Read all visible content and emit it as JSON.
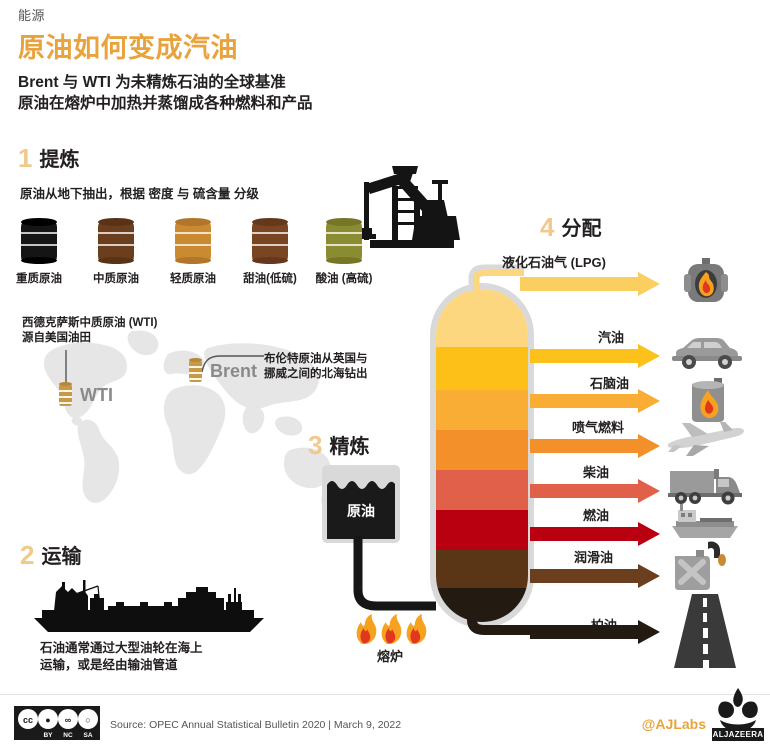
{
  "header": {
    "kicker": "能源",
    "title": "原油如何变成汽油",
    "subtitle_line1": "Brent 与 WTI 为未精炼石油的全球基准",
    "subtitle_line2": "原油在熔炉中加热并蒸馏成各种燃料和产品"
  },
  "accent_color": "#e8a33d",
  "step1": {
    "number": "1",
    "title": "提炼",
    "caption": "原油从地下抽出，根据 密度 与 硫含量 分级",
    "barrels": [
      {
        "label": "重质原油",
        "color": "#151515",
        "cap": "#000000"
      },
      {
        "label": "中质原油",
        "color": "#6b3f1d",
        "cap": "#5a3317"
      },
      {
        "label": "轻质原油",
        "color": "#c98a32",
        "cap": "#b1762a"
      },
      {
        "label": "甜油(低硫)",
        "color": "#7a4522",
        "cap": "#65381b"
      },
      {
        "label": "酸油 (高硫)",
        "color": "#8b8c32",
        "cap": "#757626"
      }
    ],
    "derrick_icon": "oil-pumpjack-icon"
  },
  "map": {
    "wti_note_line1": "西德克萨斯中质原油 (WTI)",
    "wti_note_line2": "源自美国油田",
    "brent_note_line1": "布伦特原油从英国与",
    "brent_note_line2": "挪威之间的北海钻出",
    "wti_marker": "WTI",
    "brent_marker": "Brent"
  },
  "step2": {
    "number": "2",
    "title": "运输",
    "caption_line1": "石油通常通过大型油轮在海上",
    "caption_line2": "运输，或是经由输油管道",
    "icon": "oil-tanker-ship-icon"
  },
  "step3": {
    "number": "3",
    "title": "精炼",
    "tank_label": "原油",
    "furnace_label": "熔炉",
    "furnace_icon": "flame-icon"
  },
  "step4": {
    "number": "4",
    "title": "分配"
  },
  "column": {
    "bands": [
      {
        "color": "#fcd77f",
        "height": 58
      },
      {
        "color": "#fdc018",
        "height": 43
      },
      {
        "color": "#f9ad35",
        "height": 40
      },
      {
        "color": "#f4902a",
        "height": 40
      },
      {
        "color": "#e0604a",
        "height": 40
      },
      {
        "color": "#b80010",
        "height": 40
      },
      {
        "color": "#5a3617",
        "height": 38
      },
      {
        "color": "#231a12",
        "height": 34
      }
    ]
  },
  "products": [
    {
      "label": "液化石油气 (LPG)",
      "color": "#fbcf5f",
      "icon": "gas-canister-flame-icon"
    },
    {
      "label": "汽油",
      "color": "#fcc21b",
      "icon": "car-icon"
    },
    {
      "label": "石脑油",
      "color": "#f9ad35",
      "icon": "paint-can-flame-icon"
    },
    {
      "label": "喷气燃料",
      "color": "#f4902a",
      "icon": "airplane-icon"
    },
    {
      "label": "柴油",
      "color": "#e0604a",
      "icon": "truck-icon"
    },
    {
      "label": "燃油",
      "color": "#b80010",
      "icon": "cargo-ship-icon"
    },
    {
      "label": "润滑油",
      "color": "#6b3f1d",
      "icon": "oil-jerrycan-icon"
    },
    {
      "label": "柏油",
      "color": "#231a12",
      "icon": "road-icon"
    }
  ],
  "footer": {
    "source": "Source:  OPEC Annual Statistical Bulletin 2020 | March 9, 2022",
    "handle": "@AJLabs",
    "brand": "ALJAZEERA",
    "license": "CC BY NC SA",
    "license_by": "BY",
    "license_nc": "NC",
    "license_sa": "SA"
  }
}
